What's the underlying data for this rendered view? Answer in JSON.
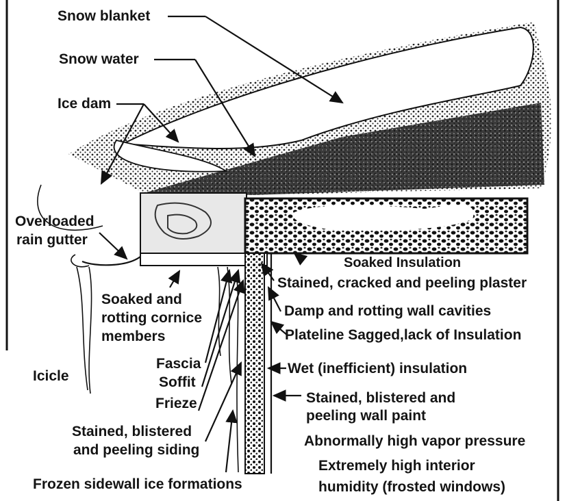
{
  "labels": {
    "snow_blanket": "Snow blanket",
    "snow_water": "Snow water",
    "ice_dam": "Ice dam",
    "overloaded_1": "Overloaded",
    "overloaded_2": "rain gutter",
    "soaked_insulation": "Soaked Insulation",
    "stained_plaster": "Stained, cracked and peeling plaster",
    "soaked_cornice_1": "Soaked and",
    "soaked_cornice_2": "rotting cornice",
    "soaked_cornice_3": "members",
    "damp_cavities": "Damp and rotting wall cavities",
    "plateline": "Plateline Sagged,lack of Insulation",
    "icicle": "Icicle",
    "fascia": "Fascia",
    "soffit": "Soffit",
    "frieze": "Frieze",
    "wet_insulation": "Wet (inefficient) insulation",
    "stained_wall_1": "Stained, blistered and",
    "stained_wall_2": "peeling wall paint",
    "stained_siding_1": "Stained, blistered",
    "stained_siding_2": "and peeling siding",
    "vapor": "Abnormally high vapor pressure",
    "humidity_1": "Extremely high interior",
    "humidity_2": "humidity (frosted windows)",
    "frozen": "Frozen sidewall ice formations"
  },
  "icons": [
    "arrow-icon"
  ]
}
